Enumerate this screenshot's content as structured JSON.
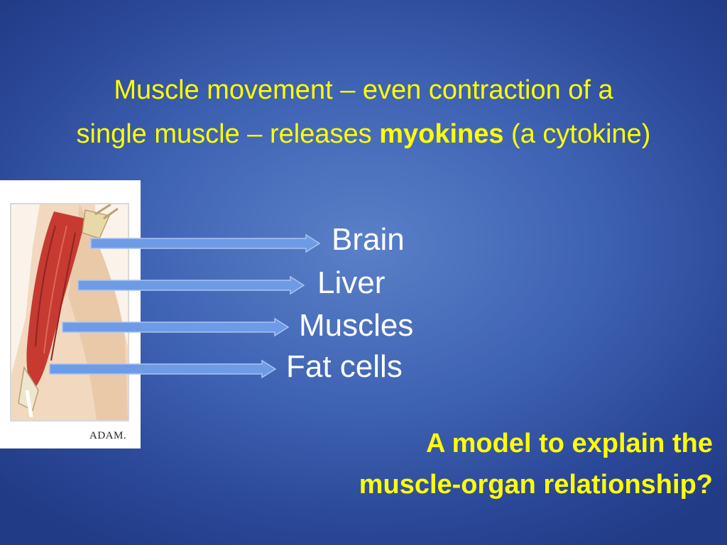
{
  "slide": {
    "title_line1": "Muscle movement – even contraction of a",
    "title_line2_before": "single muscle – releases ",
    "title_line2_bold": "myokines",
    "title_line2_after": " (a cytokine)",
    "image_credit": "ADAM.",
    "targets": [
      "Brain",
      "Liver",
      "Muscles",
      "Fat cells"
    ],
    "question_line1": "A model to explain the",
    "question_line2": "muscle-organ relationship?",
    "colors": {
      "title": "#ffff00",
      "target_text": "#ffffff",
      "arrow": "#6e9be6",
      "background": "#3f63b3"
    }
  }
}
